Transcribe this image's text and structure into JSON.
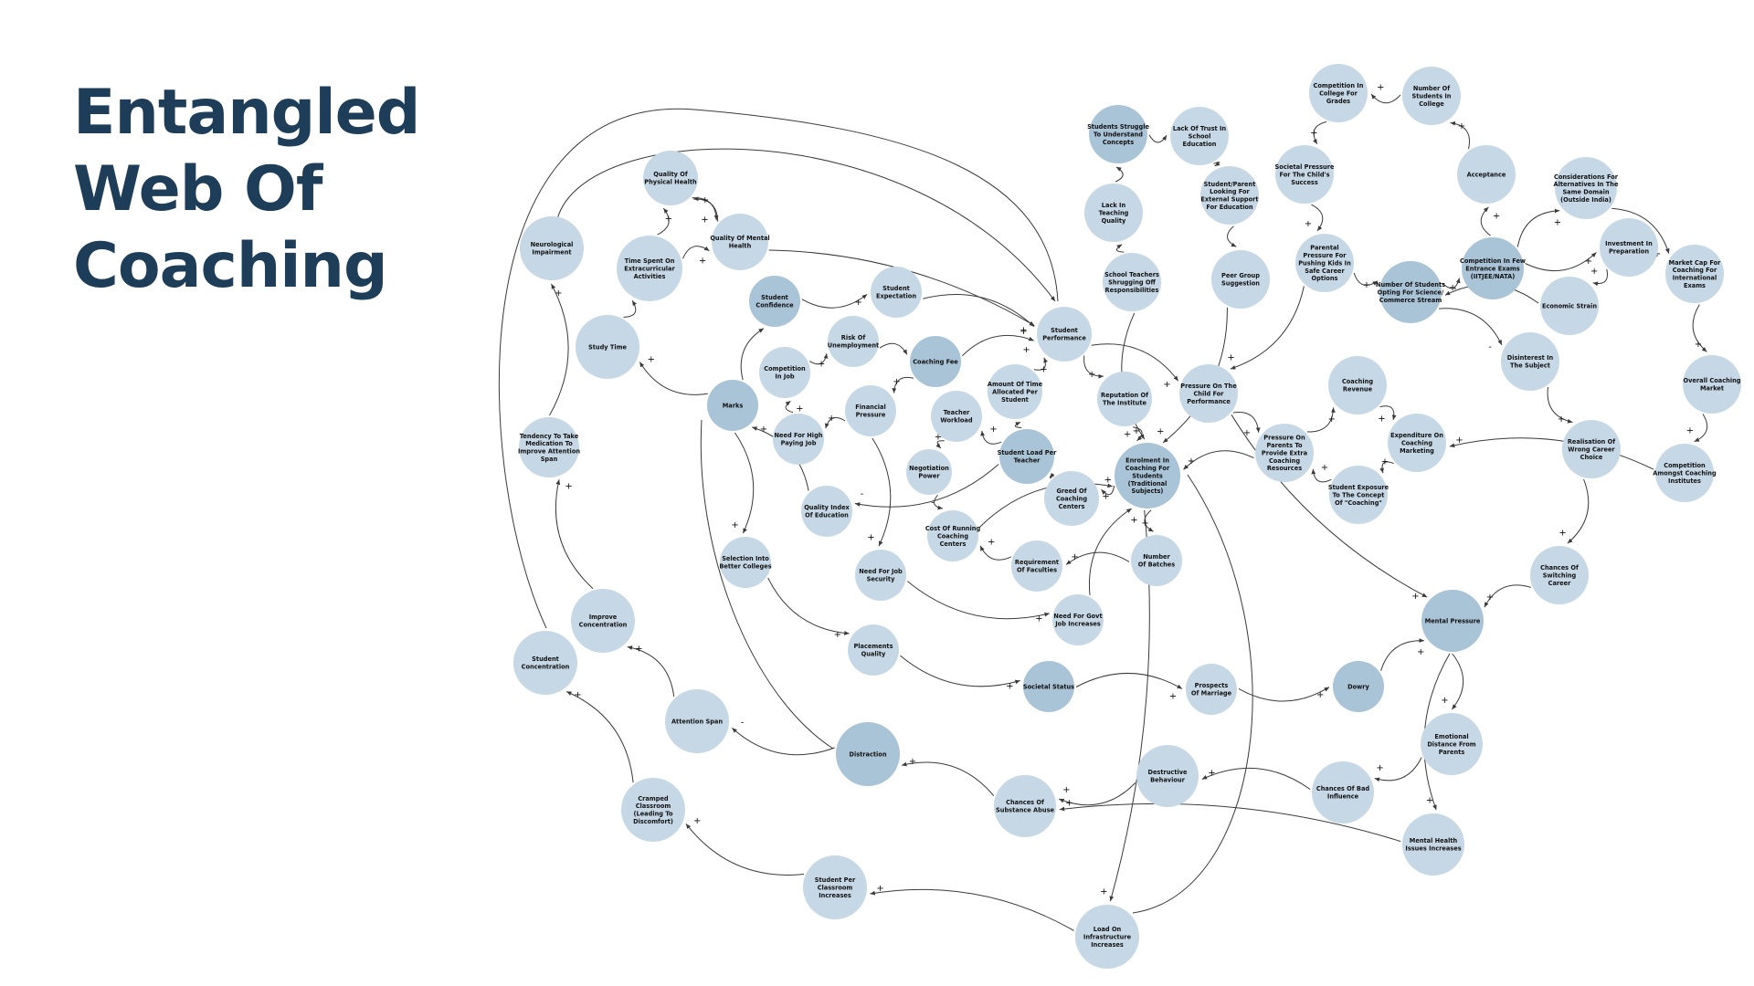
{
  "title_lines": [
    "Entangled",
    "Web Of",
    "Coaching"
  ],
  "colors": {
    "title": "#1e3d59",
    "node_fill": "#c6d8e6",
    "node_fill_dark": "#a9c3d7",
    "text": "#111111",
    "edge": "#3a3a3a"
  },
  "nodes": [
    {
      "id": "neuro",
      "label": [
        "Neurological",
        "Impairment"
      ]
    },
    {
      "id": "qph",
      "label": [
        "Quality Of",
        "Physical Health"
      ]
    },
    {
      "id": "qmh",
      "label": [
        "Quality Of Mental",
        "Health"
      ]
    },
    {
      "id": "extra",
      "label": [
        "Time Spent On",
        "Extracurricular",
        "Activities"
      ]
    },
    {
      "id": "study",
      "label": [
        "Study Time"
      ]
    },
    {
      "id": "medic",
      "label": [
        "Tendency To Take",
        "Medication To",
        "Improve Attention",
        "Span"
      ]
    },
    {
      "id": "improve",
      "label": [
        "Improve",
        "Concentration"
      ]
    },
    {
      "id": "sconc",
      "label": [
        "Student",
        "Concentration"
      ]
    },
    {
      "id": "attn",
      "label": [
        "Attention Span"
      ]
    },
    {
      "id": "cramped",
      "label": [
        "Cramped",
        "Classroom",
        "(Leading To",
        "Discomfort)"
      ]
    },
    {
      "id": "spc",
      "label": [
        "Student Per",
        "Classroom",
        "Increases"
      ]
    },
    {
      "id": "distract",
      "label": [
        "Distraction"
      ]
    },
    {
      "id": "load",
      "label": [
        "Load On",
        "Infrastructure",
        "Increases"
      ]
    },
    {
      "id": "sconf",
      "label": [
        "Student",
        "Confidence"
      ]
    },
    {
      "id": "sexp",
      "label": [
        "Student",
        "Expectation"
      ]
    },
    {
      "id": "compjob",
      "label": [
        "Competition",
        "In Job"
      ]
    },
    {
      "id": "risk",
      "label": [
        "Risk Of",
        "Unemployment"
      ]
    },
    {
      "id": "needhigh",
      "label": [
        "Need For High",
        "Paying Job"
      ]
    },
    {
      "id": "marks",
      "label": [
        "Marks"
      ]
    },
    {
      "id": "finpress",
      "label": [
        "Financial",
        "Pressure"
      ]
    },
    {
      "id": "coachfee",
      "label": [
        "Coaching Fee"
      ]
    },
    {
      "id": "twork",
      "label": [
        "Teacher",
        "Workload"
      ]
    },
    {
      "id": "negot",
      "label": [
        "Negotiation",
        "Power"
      ]
    },
    {
      "id": "qindex",
      "label": [
        "Quality Index",
        "Of Education"
      ]
    },
    {
      "id": "select",
      "label": [
        "Selection Into",
        "Better Colleges"
      ]
    },
    {
      "id": "jobsec",
      "label": [
        "Need For Job",
        "Security"
      ]
    },
    {
      "id": "cost",
      "label": [
        "Cost Of Running",
        "Coaching",
        "Centers"
      ]
    },
    {
      "id": "amount",
      "label": [
        "Amount Of Time",
        "Allocated Per",
        "Student"
      ]
    },
    {
      "id": "sperf",
      "label": [
        "Student",
        "Performance"
      ]
    },
    {
      "id": "sload",
      "label": [
        "Student Load Per",
        "Teacher"
      ]
    },
    {
      "id": "greed",
      "label": [
        "Greed Of",
        "Coaching",
        "Centers"
      ]
    },
    {
      "id": "reput",
      "label": [
        "Reputation Of",
        "The Institute"
      ]
    },
    {
      "id": "enrol",
      "label": [
        "Enrolment In",
        "Coaching For",
        "Students",
        "(Traditional",
        "Subjects)"
      ]
    },
    {
      "id": "reqfac",
      "label": [
        "Requirement",
        "Of Faculties"
      ]
    },
    {
      "id": "batch",
      "label": [
        "Number",
        "Of Batches"
      ]
    },
    {
      "id": "govt",
      "label": [
        "Need For Govt",
        "Job Increases"
      ]
    },
    {
      "id": "place",
      "label": [
        "Placements",
        "Quality"
      ]
    },
    {
      "id": "societal",
      "label": [
        "Societal Status"
      ]
    },
    {
      "id": "prosp",
      "label": [
        "Prospects",
        "Of Marriage"
      ]
    },
    {
      "id": "dowry",
      "label": [
        "Dowry"
      ]
    },
    {
      "id": "struggle",
      "label": [
        "Students Struggle",
        "To Understand",
        "Concepts"
      ]
    },
    {
      "id": "trust",
      "label": [
        "Lack Of Trust In",
        "School",
        "Education"
      ]
    },
    {
      "id": "lackteach",
      "label": [
        "Lack In",
        "Teaching",
        "Quality"
      ]
    },
    {
      "id": "looking",
      "label": [
        "Student/Parent",
        "Looking For",
        "External Support",
        "For Education"
      ]
    },
    {
      "id": "teachers",
      "label": [
        "School Teachers",
        "Shrugging Off",
        "Responsibilities"
      ]
    },
    {
      "id": "peer",
      "label": [
        "Peer Group",
        "Suggestion"
      ]
    },
    {
      "id": "pressure",
      "label": [
        "Pressure On The",
        "Child For",
        "Performance"
      ]
    },
    {
      "id": "parents",
      "label": [
        "Pressure On",
        "Parents To",
        "Provide Extra",
        "Coaching",
        "Resources"
      ]
    },
    {
      "id": "crev",
      "label": [
        "Coaching",
        "Revenue"
      ]
    },
    {
      "id": "expend",
      "label": [
        "Expenditure On",
        "Coaching",
        "Marketing"
      ]
    },
    {
      "id": "exposure",
      "label": [
        "Student Exposure",
        "To The Concept",
        "Of \"Coaching\""
      ]
    },
    {
      "id": "compcol",
      "label": [
        "Competition In",
        "College For",
        "Grades"
      ]
    },
    {
      "id": "numcol",
      "label": [
        "Number Of",
        "Students In",
        "College"
      ]
    },
    {
      "id": "socpress",
      "label": [
        "Societal Pressure",
        "For The Child's",
        "Success"
      ]
    },
    {
      "id": "accept",
      "label": [
        "Acceptance"
      ]
    },
    {
      "id": "parental",
      "label": [
        "Parental",
        "Pressure For",
        "Pushing Kids In",
        "Safe Career",
        "Options"
      ]
    },
    {
      "id": "numopt",
      "label": [
        "Number Of Students",
        "Opting For Science/",
        "Commerce Stream"
      ]
    },
    {
      "id": "compfew",
      "label": [
        "Competition In Few",
        "Entrance Exams",
        "(IITJEE/NATA)"
      ]
    },
    {
      "id": "consider",
      "label": [
        "Considerations For",
        "Alternatives In The",
        "Same Domain",
        "(Outside India)"
      ]
    },
    {
      "id": "invest",
      "label": [
        "Investment In",
        "Preparation"
      ]
    },
    {
      "id": "strain",
      "label": [
        "Economic Strain"
      ]
    },
    {
      "id": "market",
      "label": [
        "Market Cap For",
        "Coaching For",
        "International",
        "Exams"
      ]
    },
    {
      "id": "disint",
      "label": [
        "Disinterest In",
        "The Subject"
      ]
    },
    {
      "id": "overall",
      "label": [
        "Overall Coaching",
        "Market"
      ]
    },
    {
      "id": "realize",
      "label": [
        "Realisation Of",
        "Wrong Career",
        "Choice"
      ]
    },
    {
      "id": "compamong",
      "label": [
        "Competition",
        "Amongst Coaching",
        "Institutes"
      ]
    },
    {
      "id": "switch",
      "label": [
        "Chances Of",
        "Switching",
        "Career"
      ]
    },
    {
      "id": "mental",
      "label": [
        "Mental Pressure"
      ]
    },
    {
      "id": "emot",
      "label": [
        "Emotional",
        "Distance From",
        "Parents"
      ]
    },
    {
      "id": "destr",
      "label": [
        "Destructive",
        "Behaviour"
      ]
    },
    {
      "id": "badinf",
      "label": [
        "Chances Of Bad",
        "Influence"
      ]
    },
    {
      "id": "subst",
      "label": [
        "Chances Of",
        "Substance Abuse"
      ]
    },
    {
      "id": "mhealth",
      "label": [
        "Mental Health",
        "Issues Increases"
      ]
    }
  ],
  "edges": [
    {
      "from": "extra",
      "to": "qph",
      "sign": "+"
    },
    {
      "from": "qph",
      "to": "qmh",
      "sign": "+"
    },
    {
      "from": "qmh",
      "to": "qph",
      "sign": "+"
    },
    {
      "from": "extra",
      "to": "qmh",
      "sign": "+"
    },
    {
      "from": "study",
      "to": "extra",
      "sign": ""
    },
    {
      "from": "marks",
      "to": "study",
      "sign": "+"
    },
    {
      "from": "medic",
      "to": "neuro",
      "sign": "+"
    },
    {
      "from": "improve",
      "to": "medic",
      "sign": "+"
    },
    {
      "from": "attn",
      "to": "improve",
      "sign": "+"
    },
    {
      "from": "distract",
      "to": "attn",
      "sign": "-"
    },
    {
      "from": "cramped",
      "to": "sconc",
      "sign": "+"
    },
    {
      "from": "spc",
      "to": "cramped",
      "sign": "+"
    },
    {
      "from": "load",
      "to": "spc",
      "sign": "+"
    },
    {
      "from": "enrol",
      "to": "load",
      "sign": "+"
    },
    {
      "from": "subst",
      "to": "distract",
      "sign": "+"
    },
    {
      "from": "marks",
      "to": "sconf",
      "sign": ""
    },
    {
      "from": "sconf",
      "to": "sexp",
      "sign": "+"
    },
    {
      "from": "sexp",
      "to": "sperf",
      "sign": "+"
    },
    {
      "from": "compjob",
      "to": "risk",
      "sign": "+"
    },
    {
      "from": "needhigh",
      "to": "compjob",
      "sign": "+"
    },
    {
      "from": "finpress",
      "to": "needhigh",
      "sign": "+"
    },
    {
      "from": "risk",
      "to": "coachfee",
      "sign": ""
    },
    {
      "from": "coachfee",
      "to": "finpress",
      "sign": "+"
    },
    {
      "from": "coachfee",
      "to": "sperf",
      "sign": "+"
    },
    {
      "from": "amount",
      "to": "sperf",
      "sign": "+"
    },
    {
      "from": "sload",
      "to": "amount",
      "sign": "-"
    },
    {
      "from": "twork",
      "to": "negot",
      "sign": "+"
    },
    {
      "from": "sload",
      "to": "twork",
      "sign": "+"
    },
    {
      "from": "negot",
      "to": "cost",
      "sign": "-"
    },
    {
      "from": "sload",
      "to": "qindex",
      "sign": "-"
    },
    {
      "from": "qindex",
      "to": "marks",
      "sign": "+"
    },
    {
      "from": "marks",
      "to": "select",
      "sign": "+"
    },
    {
      "from": "select",
      "to": "place",
      "sign": "+"
    },
    {
      "from": "finpress",
      "to": "jobsec",
      "sign": "+"
    },
    {
      "from": "jobsec",
      "to": "govt",
      "sign": "+"
    },
    {
      "from": "cost",
      "to": "enrol",
      "sign": "+"
    },
    {
      "from": "greed",
      "to": "sload",
      "sign": "+"
    },
    {
      "from": "enrol",
      "to": "greed",
      "sign": "+"
    },
    {
      "from": "sperf",
      "to": "reput",
      "sign": "+"
    },
    {
      "from": "reput",
      "to": "enrol",
      "sign": "+"
    },
    {
      "from": "batch",
      "to": "reqfac",
      "sign": "+"
    },
    {
      "from": "reqfac",
      "to": "cost",
      "sign": "+"
    },
    {
      "from": "enrol",
      "to": "batch",
      "sign": "+"
    },
    {
      "from": "govt",
      "to": "enrol",
      "sign": "+"
    },
    {
      "from": "place",
      "to": "societal",
      "sign": "+"
    },
    {
      "from": "societal",
      "to": "prosp",
      "sign": "+"
    },
    {
      "from": "prosp",
      "to": "dowry",
      "sign": "+"
    },
    {
      "from": "dowry",
      "to": "mental",
      "sign": "+"
    },
    {
      "from": "struggle",
      "to": "trust",
      "sign": ""
    },
    {
      "from": "trust",
      "to": "looking",
      "sign": ""
    },
    {
      "from": "lackteach",
      "to": "struggle",
      "sign": ""
    },
    {
      "from": "teachers",
      "to": "lackteach",
      "sign": ""
    },
    {
      "from": "looking",
      "to": "peer",
      "sign": ""
    },
    {
      "from": "peer",
      "to": "enrol",
      "sign": "+"
    },
    {
      "from": "teachers",
      "to": "enrol",
      "sign": "+"
    },
    {
      "from": "pressure",
      "to": "parents",
      "sign": "+"
    },
    {
      "from": "parents",
      "to": "crev",
      "sign": "+"
    },
    {
      "from": "crev",
      "to": "expend",
      "sign": "+"
    },
    {
      "from": "expend",
      "to": "exposure",
      "sign": "+"
    },
    {
      "from": "exposure",
      "to": "parents",
      "sign": "+"
    },
    {
      "from": "parents",
      "to": "enrol",
      "sign": "+"
    },
    {
      "from": "sperf",
      "to": "pressure",
      "sign": "+"
    },
    {
      "from": "pressure",
      "to": "mental",
      "sign": "+"
    },
    {
      "from": "numcol",
      "to": "compcol",
      "sign": "+"
    },
    {
      "from": "compcol",
      "to": "socpress",
      "sign": "+"
    },
    {
      "from": "socpress",
      "to": "parental",
      "sign": "+"
    },
    {
      "from": "accept",
      "to": "numcol",
      "sign": "+"
    },
    {
      "from": "compfew",
      "to": "accept",
      "sign": "+"
    },
    {
      "from": "parental",
      "to": "numopt",
      "sign": "+"
    },
    {
      "from": "parental",
      "to": "pressure",
      "sign": "+"
    },
    {
      "from": "numopt",
      "to": "compfew",
      "sign": "+"
    },
    {
      "from": "compfew",
      "to": "consider",
      "sign": "+"
    },
    {
      "from": "compfew",
      "to": "invest",
      "sign": "+"
    },
    {
      "from": "invest",
      "to": "strain",
      "sign": "+"
    },
    {
      "from": "strain",
      "to": "numopt",
      "sign": "-"
    },
    {
      "from": "consider",
      "to": "market",
      "sign": "+"
    },
    {
      "from": "market",
      "to": "overall",
      "sign": "+"
    },
    {
      "from": "overall",
      "to": "compamong",
      "sign": "+"
    },
    {
      "from": "compamong",
      "to": "expend",
      "sign": "+"
    },
    {
      "from": "numopt",
      "to": "disint",
      "sign": "-"
    },
    {
      "from": "disint",
      "to": "realize",
      "sign": "+"
    },
    {
      "from": "realize",
      "to": "switch",
      "sign": "+"
    },
    {
      "from": "switch",
      "to": "mental",
      "sign": "+"
    },
    {
      "from": "mental",
      "to": "emot",
      "sign": "+"
    },
    {
      "from": "mental",
      "to": "mhealth",
      "sign": "+"
    },
    {
      "from": "emot",
      "to": "badinf",
      "sign": "+"
    },
    {
      "from": "badinf",
      "to": "destr",
      "sign": "+"
    },
    {
      "from": "destr",
      "to": "subst",
      "sign": "+"
    },
    {
      "from": "mhealth",
      "to": "subst",
      "sign": "+"
    },
    {
      "from": "qmh",
      "to": "sperf",
      "sign": "+"
    }
  ]
}
